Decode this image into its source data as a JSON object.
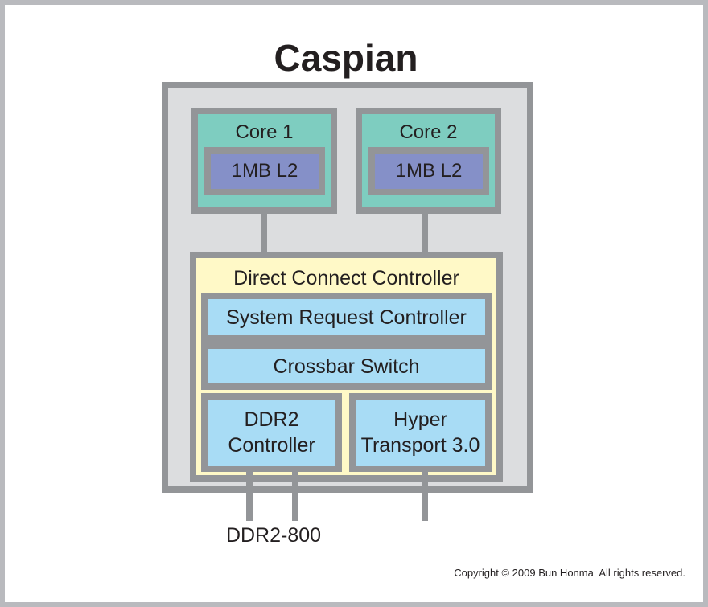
{
  "diagram": {
    "title": "Caspian",
    "cores": [
      {
        "label": "Core 1",
        "cache": "1MB L2"
      },
      {
        "label": "Core 2",
        "cache": "1MB L2"
      }
    ],
    "direct_connect_controller": {
      "label": "Direct Connect Controller",
      "blocks": {
        "system_request_controller": "System Request Controller",
        "crossbar_switch": "Crossbar Switch",
        "ddr2_controller": [
          "DDR2",
          "Controller"
        ],
        "hypertransport": [
          "Hyper",
          "Transport 3.0"
        ]
      }
    },
    "external": {
      "memory_label": "DDR2-800"
    },
    "copyright": "Copyright © 2009 Bun Honma  All rights reserved."
  },
  "colors": {
    "frame": "#b9babe",
    "border": "#939598",
    "chip_fill": "#dcdddf",
    "core_fill": "#7ecdc0",
    "cache_fill": "#8590c8",
    "controller_fill": "#fff9c7",
    "block_fill": "#a8dcf5",
    "text": "#231f20"
  }
}
